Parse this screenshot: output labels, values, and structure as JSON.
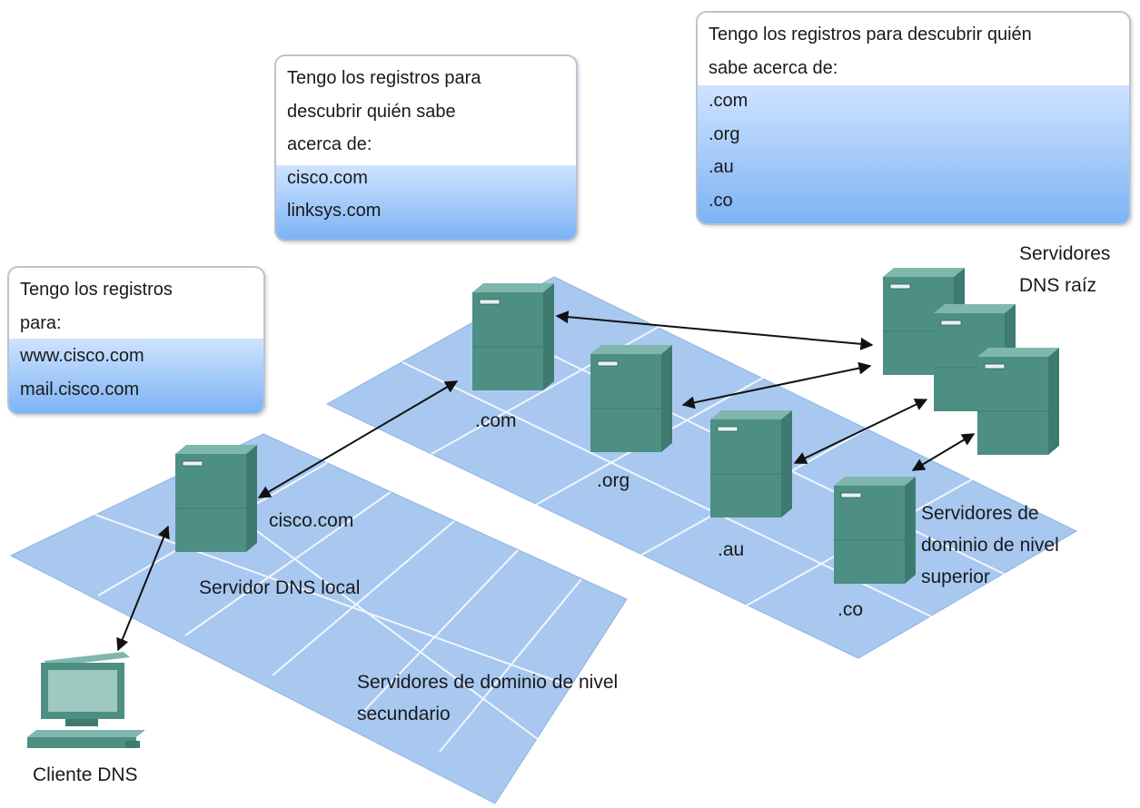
{
  "bubbles": {
    "local": {
      "lines": [
        "Tengo los registros",
        "para:",
        "www.cisco.com",
        "mail.cisco.com"
      ]
    },
    "tld": {
      "lines": [
        "Tengo los registros para",
        "descubrir quién sabe",
        "acerca de:",
        "cisco.com",
        "linksys.com"
      ]
    },
    "root": {
      "lines": [
        "Tengo los registros para descubrir quién",
        "sabe acerca de:",
        ".com",
        ".org",
        ".au",
        ".co"
      ]
    }
  },
  "labels": {
    "root_servers": [
      "Servidores",
      "DNS raíz"
    ],
    "tld_servers": [
      "Servidores de",
      "dominio de nivel",
      "superior"
    ],
    "second_level": [
      "Servidores de dominio de nivel",
      "secundario"
    ],
    "com": ".com",
    "org": ".org",
    "au": ".au",
    "co": ".co",
    "cisco": "cisco.com",
    "local_server": "Servidor DNS local",
    "client": "Cliente DNS"
  },
  "colors": {
    "platform": "#a8c8f0",
    "platform_grid": "#ffffff",
    "server": "#4e8f84",
    "bubble_gradient_top": "#cfe3ff",
    "bubble_gradient_bottom": "#7db3f5"
  }
}
